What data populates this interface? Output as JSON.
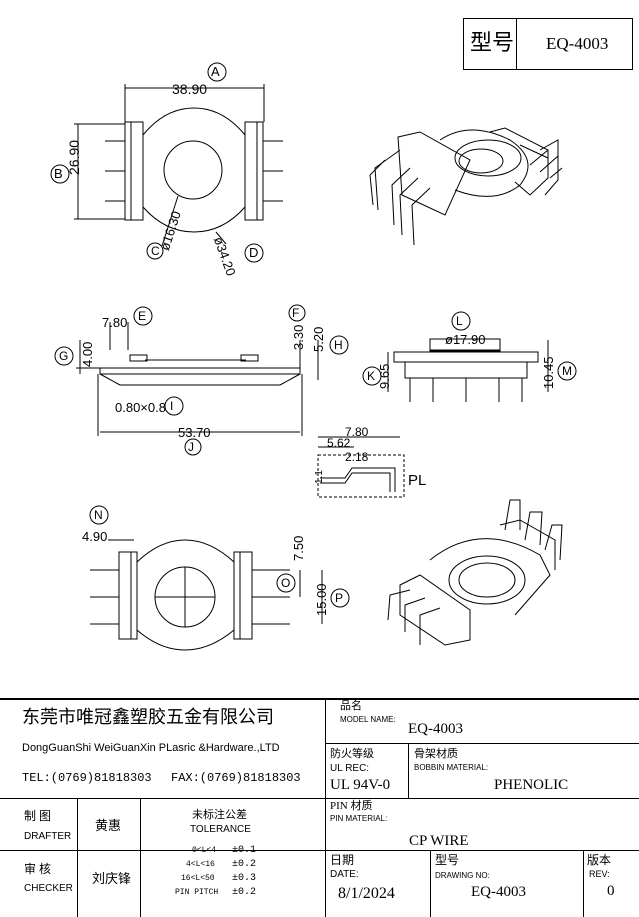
{
  "header": {
    "model_label": "型号",
    "model_value": "EQ-4003"
  },
  "dims": {
    "A": "A",
    "B": "B",
    "C": "C",
    "D": "D",
    "E": "E",
    "F": "F",
    "G": "G",
    "H": "H",
    "I": "I",
    "J": "J",
    "K": "K",
    "L": "L",
    "M": "M",
    "N": "N",
    "O": "O",
    "P": "P",
    "a_val": "38.90",
    "b_val": "26.90",
    "c_val": "ø16.30",
    "d_val": "ø34.20",
    "e_val": "7.80",
    "f_val": "3.30",
    "h_val": "5.20",
    "g_val": "4.00",
    "i_val": "0.80×0.8",
    "j_val": "53.70",
    "k_val": "9.65",
    "l_val": "ø17.90",
    "m_val": "10.45",
    "n_val": "4.90",
    "o_val": "7.50",
    "p_val": "15.00",
    "pin_w": "7.80",
    "pin_a": "5.62",
    "pin_b": "2.18",
    "pin_c": "1.1",
    "pin_label": "PL"
  },
  "title_block": {
    "company_cn": "东莞市唯冠鑫塑胶五金有限公司",
    "company_en": "DongGuanShi WeiGuanXin PLasric &Hardware.,LTD",
    "tel": "TEL:(0769)81818303",
    "fax": "FAX:(0769)81818303",
    "model_cn": "品名",
    "model_en": "MODEL NAME:",
    "model_value": "EQ-4003",
    "fire_cn": "防火等级",
    "fire_en": "UL REC:",
    "fire_value": "UL 94V-0",
    "bobbin_cn": "骨架材质",
    "bobbin_en": "BOBBIN MATERIAL:",
    "bobbin_value": "PHENOLIC",
    "drafter_cn": "制  图",
    "drafter_en": "DRAFTER",
    "drafter_name": "黄惠",
    "tol_cn": "未标注公差",
    "tol_en": "TOLERANCE",
    "pin_cn": "PIN 材质",
    "pin_en": "PIN MATERIAL:",
    "pin_value": "CP WIRE",
    "checker_cn": "审  核",
    "checker_en": "CHECKER",
    "checker_name": "刘庆锋",
    "tol_rows": [
      {
        "range": "0<L<4",
        "val": "±0.1"
      },
      {
        "range": "4<L<16",
        "val": "±0.2"
      },
      {
        "range": "16<L<50",
        "val": "±0.3"
      },
      {
        "range": "PIN PITCH",
        "val": "±0.2"
      }
    ],
    "date_cn": "日期",
    "date_en": "DATE:",
    "date_value": "8/1/2024",
    "drawno_cn": "型号",
    "drawno_en": "DRAWING NO:",
    "drawno_value": "EQ-4003",
    "rev_cn": "版本",
    "rev_en": "REV:",
    "rev_value": "0"
  }
}
